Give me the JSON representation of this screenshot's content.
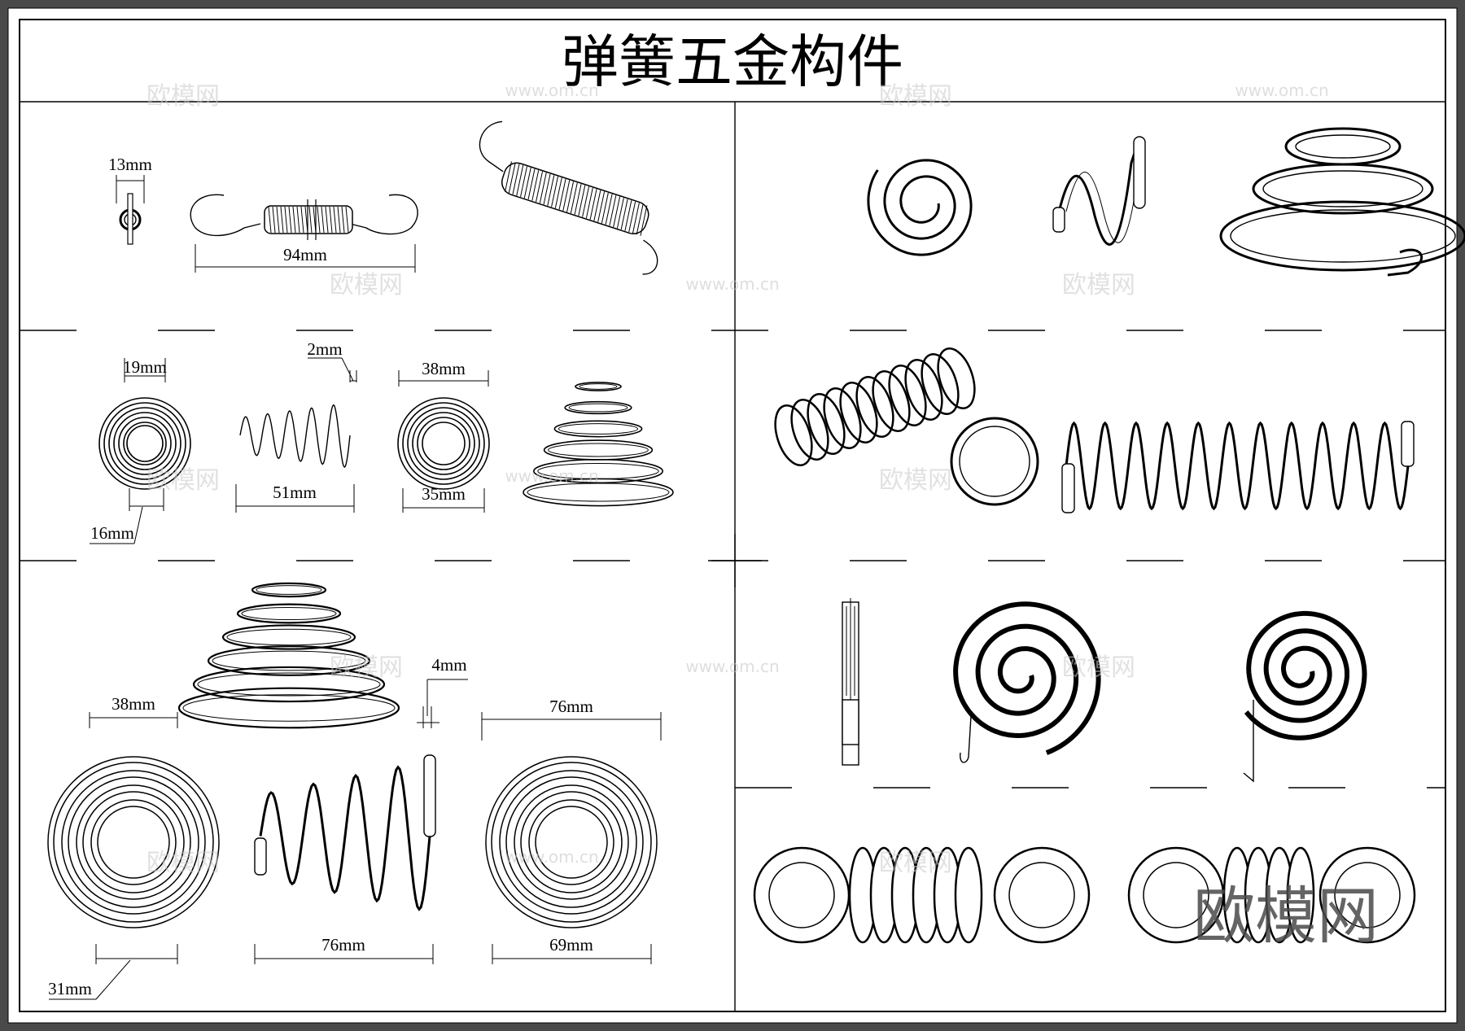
{
  "title": "弹簧五金构件",
  "dimensions": {
    "d13": "13mm",
    "d94": "94mm",
    "d19": "19mm",
    "d16": "16mm",
    "d2": "2mm",
    "d51": "51mm",
    "d38a": "38mm",
    "d35": "35mm",
    "d38b": "38mm",
    "d31": "31mm",
    "d4": "4mm",
    "d76a": "76mm",
    "d76b": "76mm",
    "d69": "69mm"
  },
  "watermark": {
    "brand": "欧模网",
    "url": "www.om.cn"
  },
  "colors": {
    "frame": "#4a4a4a",
    "line": "#000000",
    "watermark": "#c9c9c9"
  }
}
